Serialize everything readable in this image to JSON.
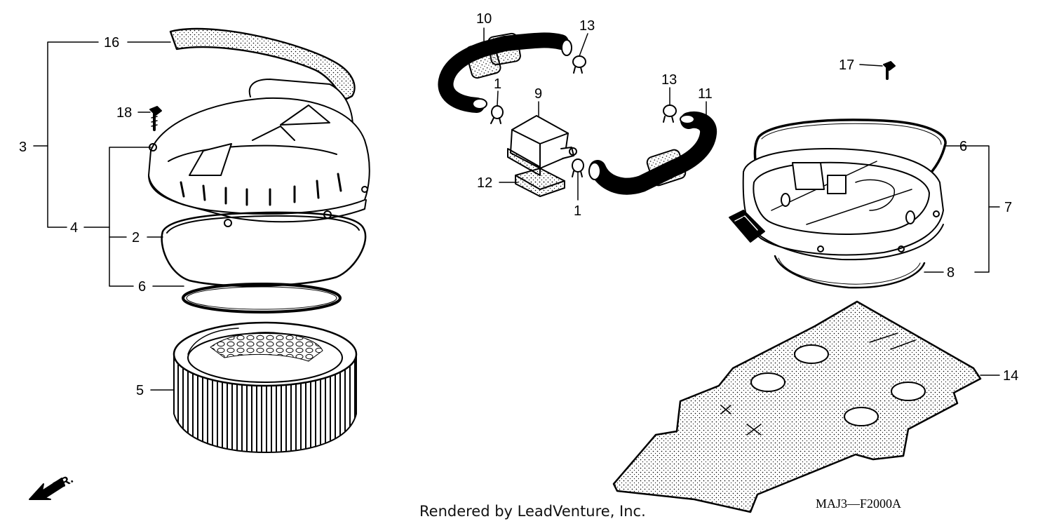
{
  "callouts": {
    "c16": "16",
    "c3": "3",
    "c18": "18",
    "c4": "4",
    "c2": "2",
    "c6a": "6",
    "c5": "5",
    "c10": "10",
    "c13a": "13",
    "c1a": "1",
    "c9": "9",
    "c12": "12",
    "c1b": "1",
    "c13b": "13",
    "c11": "11",
    "c17": "17",
    "c6b": "6",
    "c7": "7",
    "c8": "8",
    "c14": "14"
  },
  "direction_label": "FR.",
  "diagram_code": "MAJ3—F2000A",
  "footer_text": "Rendered by LeadVenture, Inc."
}
